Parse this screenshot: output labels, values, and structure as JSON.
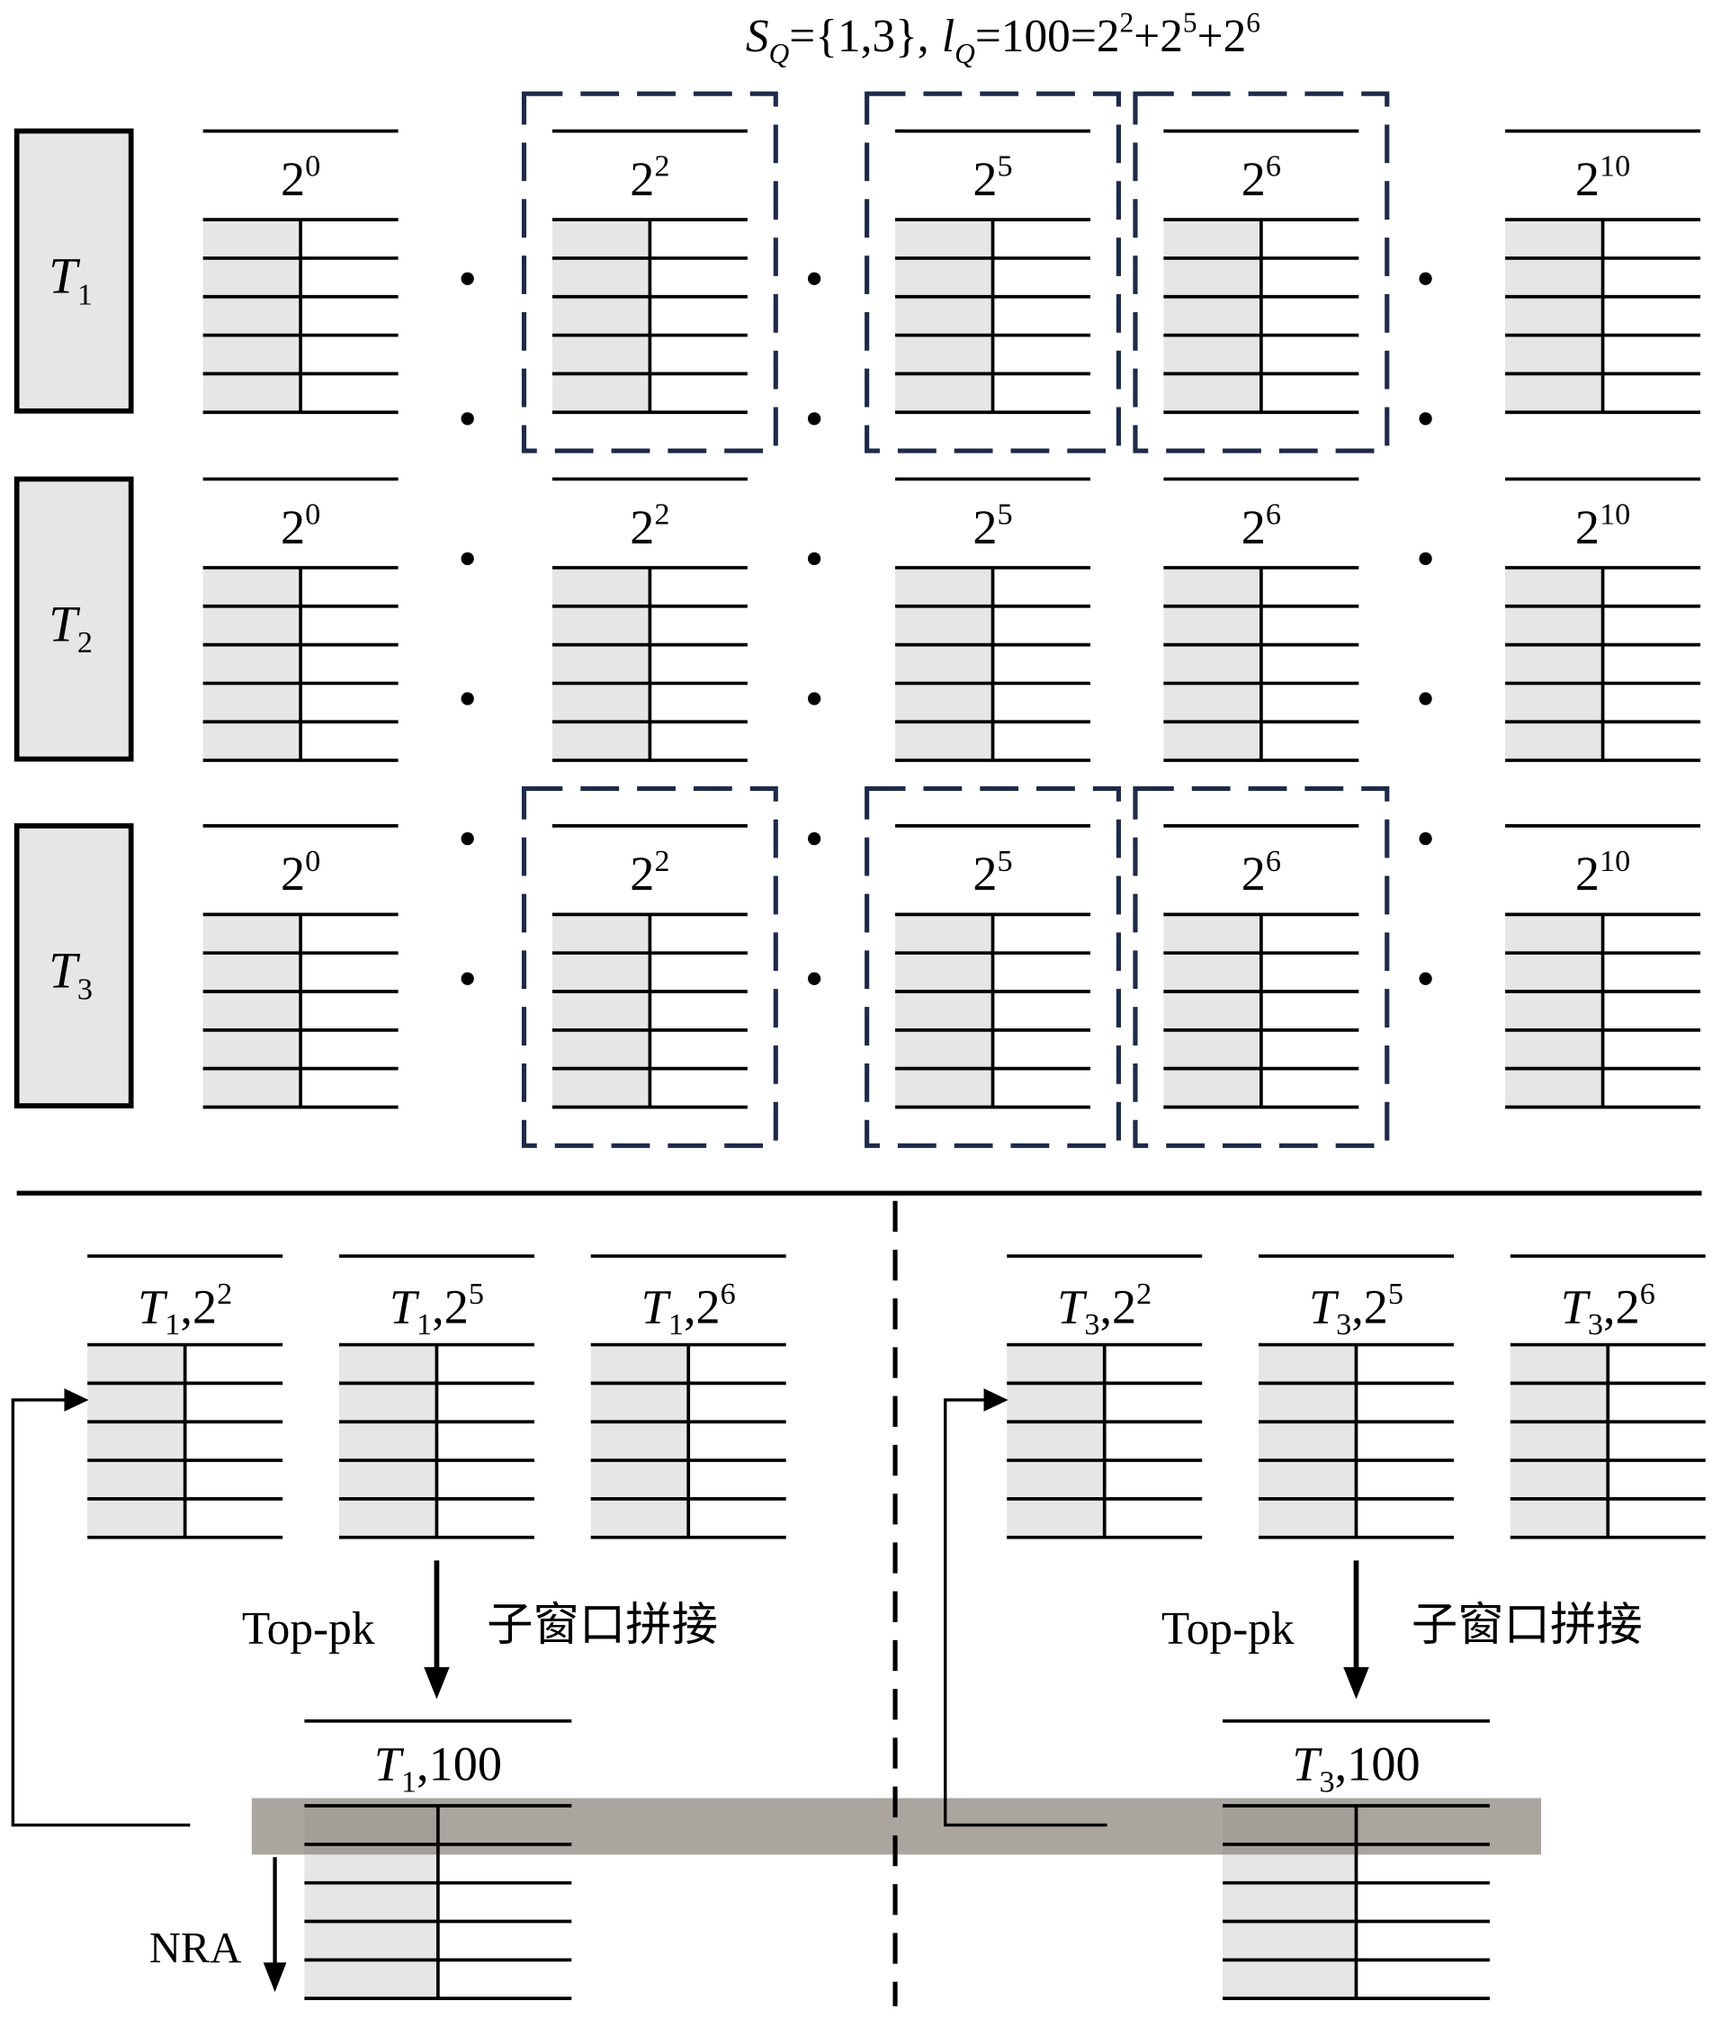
{
  "formula": {
    "set_symbol": "S",
    "set_subscript": "Q",
    "set_value": "={1,3},",
    "length_symbol": "l",
    "length_subscript": "Q",
    "length_value": "=100=",
    "terms": [
      {
        "base": "2",
        "exp": "2"
      },
      {
        "op": "+",
        "base": "2",
        "exp": "5"
      },
      {
        "op": "+",
        "base": "2",
        "exp": "6"
      }
    ]
  },
  "rows": [
    {
      "symbol": "T",
      "index": "1"
    },
    {
      "symbol": "T",
      "index": "2"
    },
    {
      "symbol": "T",
      "index": "3"
    }
  ],
  "windows": [
    {
      "base": "2",
      "exp": "0"
    },
    {
      "base": "2",
      "exp": "2"
    },
    {
      "base": "2",
      "exp": "5"
    },
    {
      "base": "2",
      "exp": "6"
    },
    {
      "base": "2",
      "exp": "10"
    }
  ],
  "selected_row_numbers": [
    1,
    3
  ],
  "selected_window_exponents": [
    2,
    5,
    6
  ],
  "panels": [
    {
      "sub_tables": [
        {
          "symbol": "T",
          "index": "1",
          "suffix": ",2",
          "exp": "2"
        },
        {
          "symbol": "T",
          "index": "1",
          "suffix": ",2",
          "exp": "5"
        },
        {
          "symbol": "T",
          "index": "1",
          "suffix": ",2",
          "exp": "6"
        }
      ],
      "rank_label": "Top-pk",
      "merge_label": "子窗口拼接",
      "result": {
        "symbol": "T",
        "index": "1",
        "suffix": ",100"
      }
    },
    {
      "sub_tables": [
        {
          "symbol": "T",
          "index": "3",
          "suffix": ",2",
          "exp": "2"
        },
        {
          "symbol": "T",
          "index": "3",
          "suffix": ",2",
          "exp": "5"
        },
        {
          "symbol": "T",
          "index": "3",
          "suffix": ",2",
          "exp": "6"
        }
      ],
      "rank_label": "Top-pk",
      "merge_label": "子窗口拼接",
      "result": {
        "symbol": "T",
        "index": "3",
        "suffix": ",100"
      }
    }
  ],
  "nra_label": "NRA",
  "colors": {
    "line": "#000000",
    "cell_fill": "#e6e6e6",
    "highlight_border": "#1d2a4a",
    "band_fill": "#8a827c"
  }
}
